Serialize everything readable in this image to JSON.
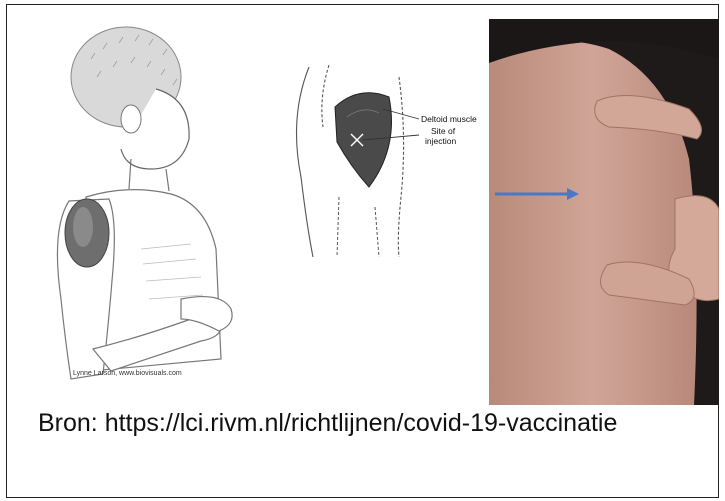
{
  "illustration": {
    "credit": "Lynne Larson, www.biovisuals.com"
  },
  "diagram": {
    "labels": [
      "Deltoid muscle",
      "Site of",
      "injection"
    ]
  },
  "caption": {
    "text": "Bron: https://lci.rivm.nl/richtlijnen/covid-19-vaccinatie"
  },
  "colors": {
    "arrow": "#4a78c4",
    "skin": "#c79b8a",
    "sleeve": "#1d1a19"
  },
  "icons": [
    "arrow-right-icon"
  ]
}
